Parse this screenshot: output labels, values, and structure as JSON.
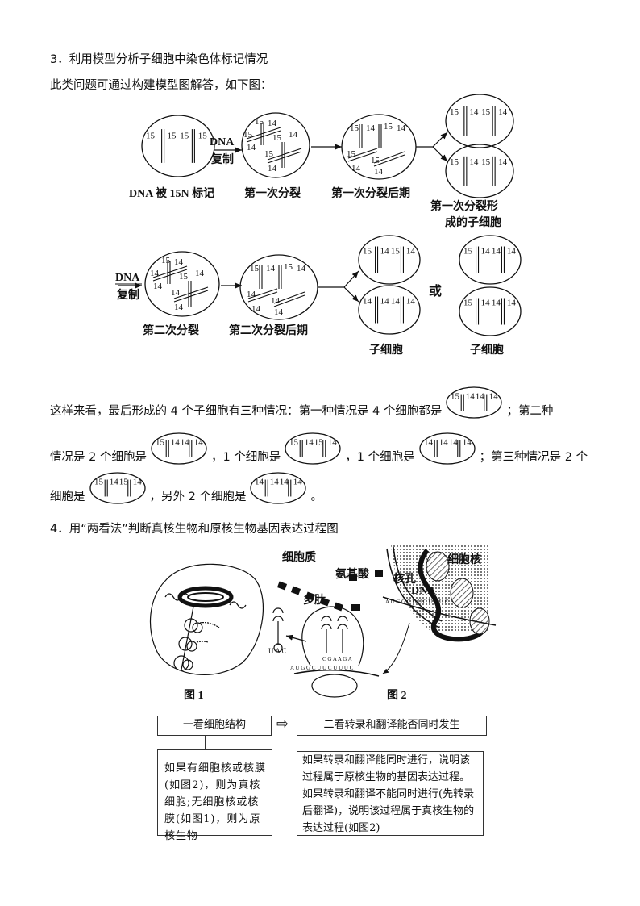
{
  "section3": {
    "title": "3．利用模型分析子细胞中染色体标记情况",
    "intro": "此类问题可通过构建模型图解答，如下图："
  },
  "diagram": {
    "replicate_top": "DNA",
    "replicate_bottom": "复制",
    "captions": {
      "labeled": "DNA 被 15N 标记",
      "first_division": "第一次分裂",
      "first_anaphase": "第一次分裂后期",
      "first_daughter_1": "第一次分裂形",
      "first_daughter_2": "成的子细胞",
      "second_division": "第二次分裂",
      "second_anaphase": "第二次分裂后期",
      "daughter_a": "子细胞",
      "daughter_b": "子细胞",
      "or": "或"
    },
    "cells": {
      "parent": [
        "15",
        "15",
        "15",
        "15"
      ],
      "first_division": [
        "15",
        "14",
        "15",
        "14",
        "15",
        "14",
        "15",
        "14"
      ],
      "first_anaphase": [
        "15",
        "14",
        "15",
        "14",
        "15",
        "14",
        "15",
        "14"
      ],
      "first_daughter_top": [
        "15",
        "14",
        "15",
        "14"
      ],
      "first_daughter_bottom": [
        "15",
        "14",
        "15",
        "14"
      ],
      "second_division": [
        "15",
        "14",
        "14",
        "14",
        "15",
        "14",
        "14",
        "14"
      ],
      "second_anaphase": [
        "15",
        "14",
        "15",
        "14",
        "14",
        "14",
        "14",
        "14"
      ],
      "daughter_a_top": [
        "15",
        "14",
        "15",
        "14"
      ],
      "daughter_a_bottom": [
        "14",
        "14",
        "14",
        "14"
      ],
      "daughter_b_top": [
        "15",
        "14",
        "14",
        "14"
      ],
      "daughter_b_bottom": [
        "15",
        "14",
        "14",
        "14"
      ]
    }
  },
  "summary": {
    "l1a": "这样来看，最后形成的 4 个子细胞有三种情况：第一种情况是 4 个细胞都是",
    "l1b": "；第二种",
    "l2a": "情况是 2 个细胞是",
    "l2b": "，1 个细胞是",
    "l2c": "，1 个细胞是",
    "l2d": "；第三种情况是 2 个",
    "l3a": "细胞是",
    "l3b": "，另外 2 个细胞是",
    "l3c": "。",
    "cells": {
      "c1": [
        "15",
        "14",
        "14",
        "14"
      ],
      "c2": [
        "15",
        "14",
        "14",
        "14"
      ],
      "c3": [
        "15",
        "14",
        "15",
        "14"
      ],
      "c4": [
        "14",
        "14",
        "14",
        "14"
      ],
      "c5": [
        "15",
        "14",
        "15",
        "14"
      ],
      "c6": [
        "14",
        "14",
        "14",
        "14"
      ]
    }
  },
  "section4": {
    "title": "4．用“两看法”判断真核生物和原核生物基因表达过程图",
    "fig": {
      "cytoplasm": "细胞质",
      "amino_acid": "氨基酸",
      "polypeptide": "多肽",
      "nucleus": "细胞核",
      "nuclear_pore": "核孔",
      "dna": "DNA",
      "anticodon": "U A C",
      "codons": "C G A A G A",
      "mrna": "A U G G C U U C U U U C",
      "mrna_nuc": "A U G G C U U C U U U C",
      "fig1": "图 1",
      "fig2": "图 2"
    },
    "flow": {
      "step1": "一看细胞结构",
      "step2": "二看转录和翻译能否同时发生",
      "detail1": "如果有细胞核或核膜(如图2)，则为真核细胞;无细胞核或核膜(如图1)，则为原核生物",
      "detail2": "如果转录和翻译能同时进行，说明该过程属于原核生物的基因表达过程。如果转录和翻译不能同时进行(先转录后翻译)，说明该过程属于真核生物的表达过程(如图2)"
    }
  }
}
